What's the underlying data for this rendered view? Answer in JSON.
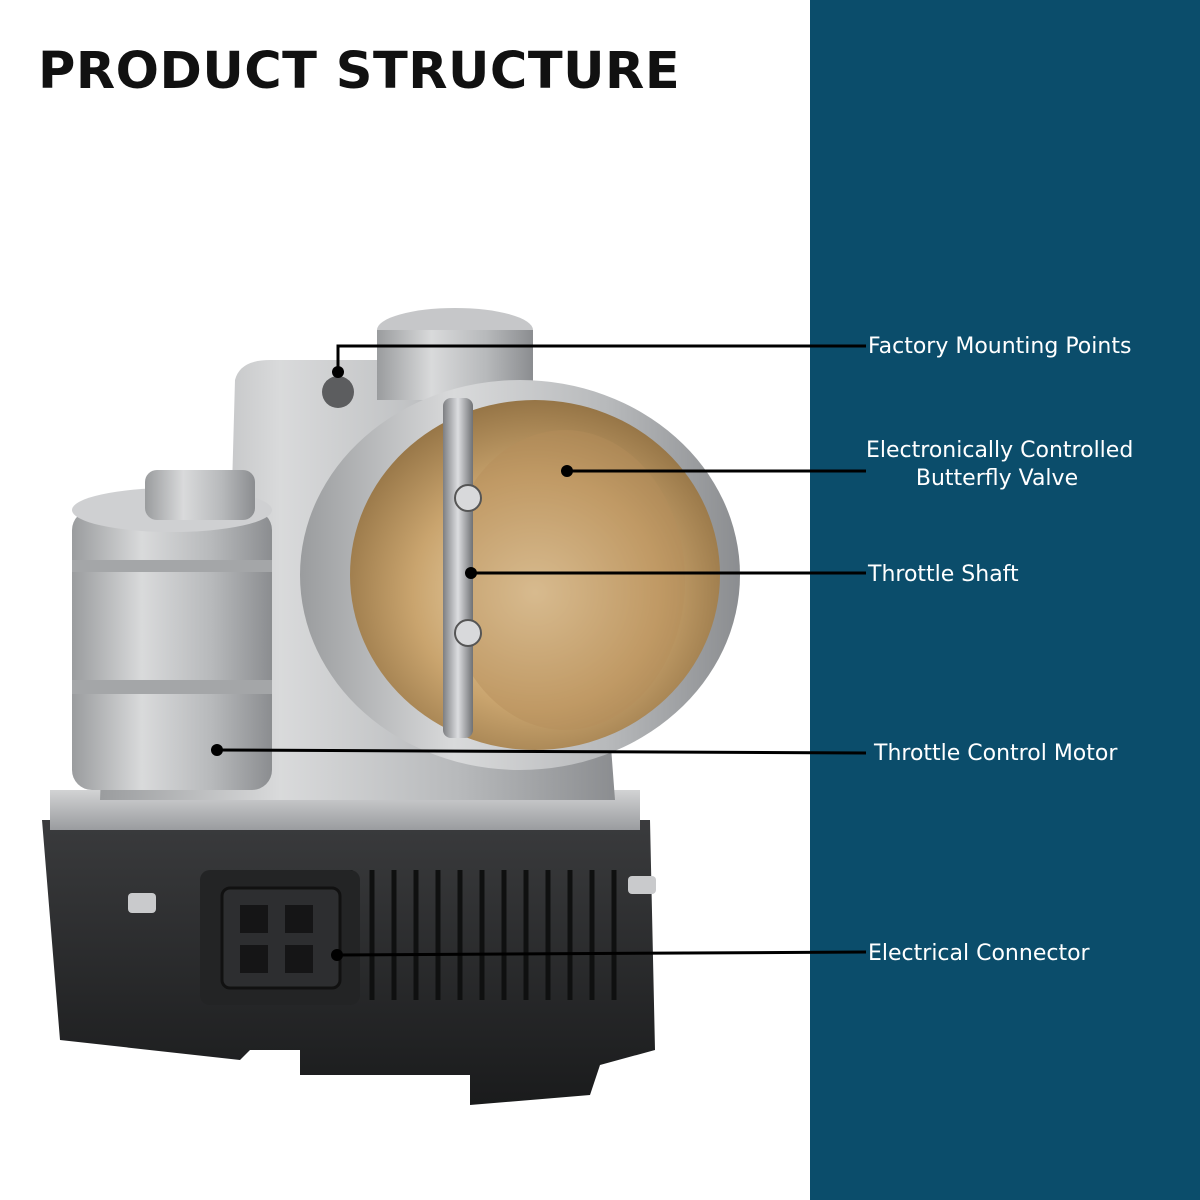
{
  "title": "PRODUCT STRUCTURE",
  "colors": {
    "panel": "#0b4d6b",
    "leader_line": "#000000",
    "label_text": "#ffffff",
    "title_text": "#111111"
  },
  "callouts": [
    {
      "id": "factory-mounting-points",
      "line1": "Factory Mounting Points",
      "line2": ""
    },
    {
      "id": "butterfly-valve",
      "line1": "Electronically Controlled",
      "line2": "Butterfly Valve"
    },
    {
      "id": "throttle-shaft",
      "line1": "Throttle Shaft",
      "line2": ""
    },
    {
      "id": "throttle-control-motor",
      "line1": "Throttle Control Motor",
      "line2": ""
    },
    {
      "id": "electrical-connector",
      "line1": "Electrical Connector",
      "line2": ""
    }
  ],
  "icons": [
    "throttle-body-image"
  ]
}
